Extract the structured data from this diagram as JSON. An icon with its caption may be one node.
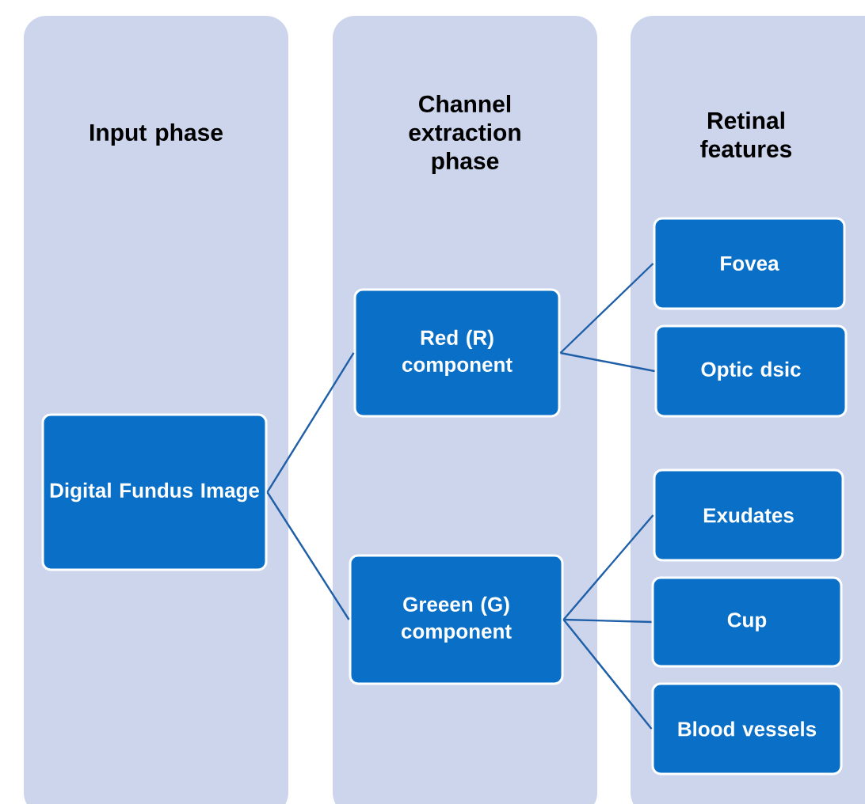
{
  "diagram": {
    "nodes": [
      {
        "text": [
          "Input phase"
        ]
      },
      {
        "text": [
          "Channel extraction phase"
        ]
      },
      {
        "text": [
          "Retinal features"
        ]
      },
      {
        "text": [
          "Digital Fundus Image"
        ],
        "in": 0
      },
      {
        "text": [
          "Red (R) component"
        ],
        "in": 1
      },
      {
        "text": [
          "Greeen (G) component"
        ],
        "in": 1
      },
      {
        "text": [
          "Fovea"
        ],
        "in": 2
      },
      {
        "text": [
          "Optic dsic"
        ],
        "in": 2
      },
      {
        "text": [
          "Exudates"
        ],
        "in": 2
      },
      {
        "text": [
          "Cup"
        ],
        "in": 2
      },
      {
        "text": [
          "Blood vessels"
        ],
        "in": 2
      }
    ],
    "edges": [
      {
        "from": 3,
        "to": 4,
        "arrow": "none"
      },
      {
        "from": 3,
        "to": 5,
        "arrow": "none"
      },
      {
        "from": 4,
        "to": 6,
        "arrow": "none"
      },
      {
        "from": 4,
        "to": 7,
        "arrow": "none"
      },
      {
        "from": 5,
        "to": 8,
        "arrow": "none"
      },
      {
        "from": 5,
        "to": 9,
        "arrow": "none"
      },
      {
        "from": 5,
        "to": 10,
        "arrow": "none"
      }
    ]
  }
}
